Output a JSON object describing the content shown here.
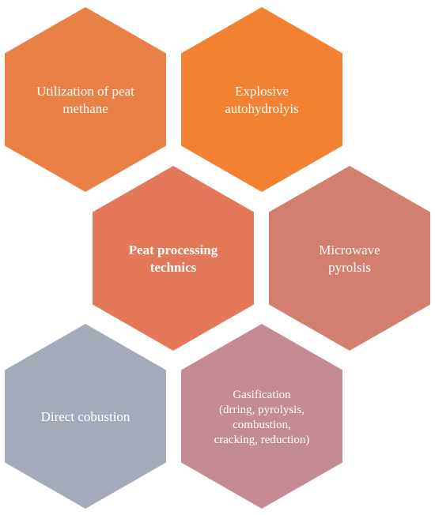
{
  "diagram": {
    "nodes": [
      {
        "id": "utilization-peat-methane",
        "lines": [
          "Utilization of peat",
          "methane"
        ],
        "bold": false,
        "color": "#E98147"
      },
      {
        "id": "explosive-autohydrolysis",
        "lines": [
          "Explosive",
          "autohydrolyis"
        ],
        "bold": false,
        "color": "#F28232"
      },
      {
        "id": "peat-processing-technics",
        "lines": [
          "Peat processing",
          "technics"
        ],
        "bold": true,
        "color": "#E4795A"
      },
      {
        "id": "microwave-pyrolysis",
        "lines": [
          "Microwave",
          "pyrolsis"
        ],
        "bold": false,
        "color": "#D27F70"
      },
      {
        "id": "direct-combustion",
        "lines": [
          "Direct cobustion"
        ],
        "bold": false,
        "color": "#A4AABA"
      },
      {
        "id": "gasification",
        "lines": [
          "Gasification",
          "(drring, pyrolysis,",
          "combustion,",
          "cracking, reduction)"
        ],
        "bold": false,
        "color": "#C48B94"
      }
    ]
  }
}
